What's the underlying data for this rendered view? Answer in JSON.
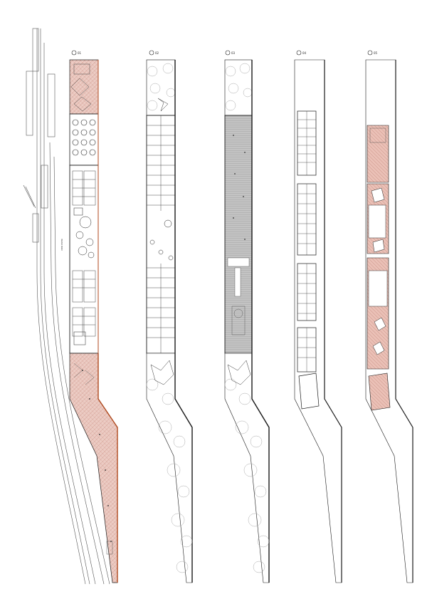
{
  "sheet": {
    "colors": {
      "line": "#1a1a1a",
      "hatch_fill": "#e9c6bf",
      "gray_fill": "#bdbdbd",
      "white": "#ffffff",
      "landscape_line": "#9a9a9a",
      "accent_edge": "#b04a1f"
    },
    "plans": [
      {
        "tag": "01",
        "view": "ground-floor-landscape"
      },
      {
        "tag": "02",
        "view": "first-floor-landscape"
      },
      {
        "tag": "03",
        "view": "first-floor-paving"
      },
      {
        "tag": "04",
        "view": "second-floor"
      },
      {
        "tag": "05",
        "view": "roof-plan"
      }
    ],
    "side_label": "סמטת אחוה"
  }
}
